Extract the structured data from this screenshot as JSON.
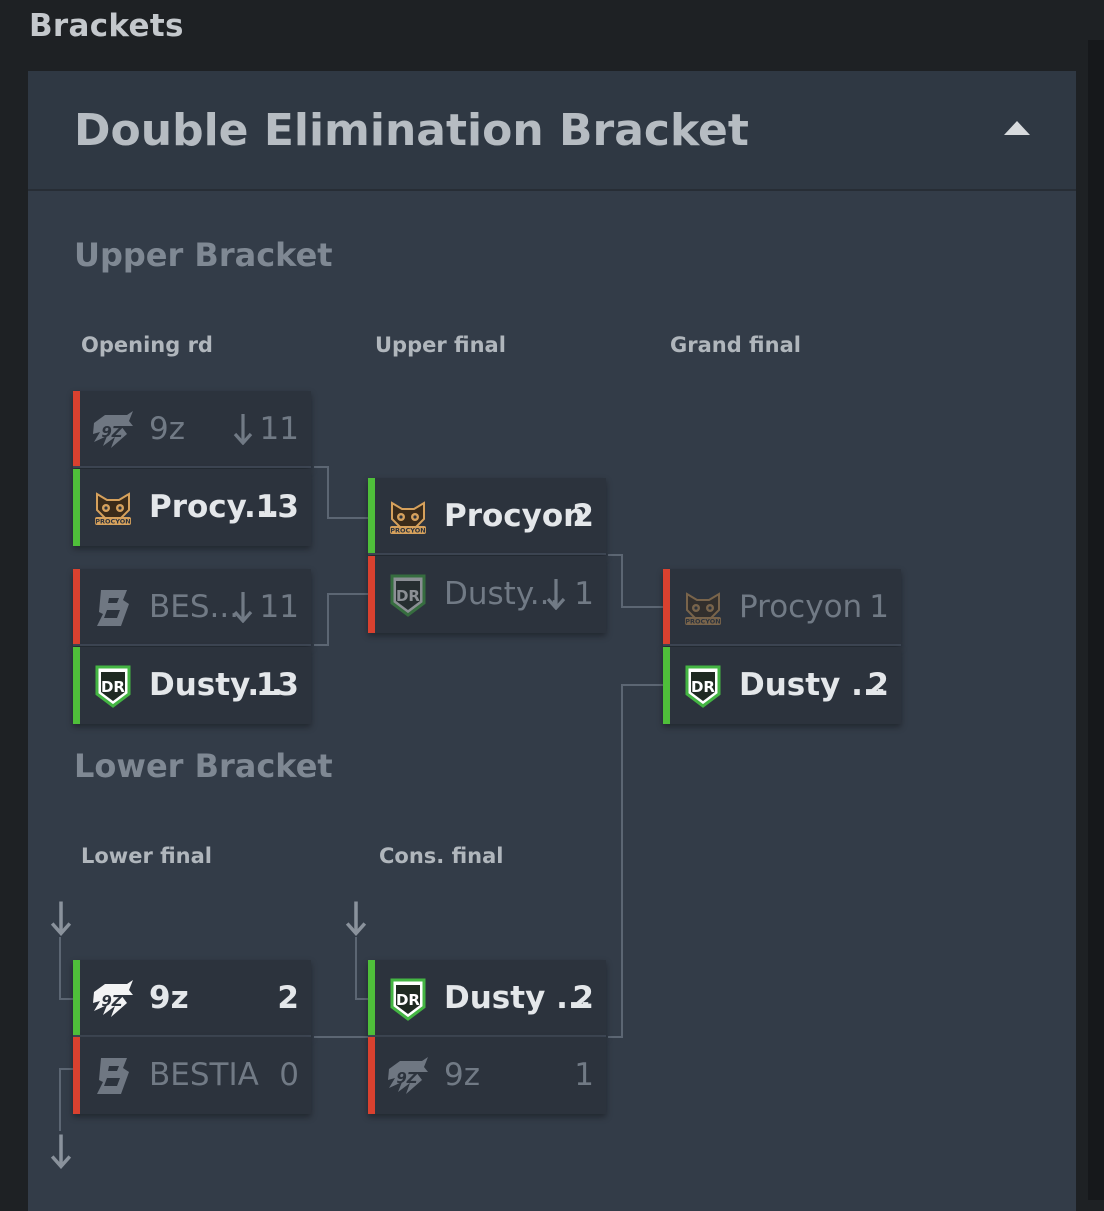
{
  "page": {
    "title": "Brackets"
  },
  "panel": {
    "title": "Double Elimination Bracket",
    "toggle_icon": "caret-up-icon"
  },
  "upper": {
    "title": "Upper Bracket",
    "rounds": [
      "Opening rd",
      "Upper final",
      "Grand final"
    ]
  },
  "lower": {
    "title": "Lower Bracket",
    "rounds": [
      "Lower final",
      "Cons. final"
    ]
  },
  "matches": {
    "opening1": {
      "a": {
        "name": "9z",
        "score": "11"
      },
      "b": {
        "name": "Procy...",
        "score": "13"
      }
    },
    "opening2": {
      "a": {
        "name": "BES...",
        "score": "11"
      },
      "b": {
        "name": "Dusty...",
        "score": "13"
      }
    },
    "upper_final": {
      "a": {
        "name": "Procyon",
        "score": "2"
      },
      "b": {
        "name": "Dusty...",
        "score": "1"
      }
    },
    "grand_final": {
      "a": {
        "name": "Procyon",
        "score": "1"
      },
      "b": {
        "name": "Dusty ...",
        "score": "2"
      }
    },
    "lower_final": {
      "a": {
        "name": "9z",
        "score": "2"
      },
      "b": {
        "name": "BESTIA",
        "score": "0"
      }
    },
    "cons_final": {
      "a": {
        "name": "Dusty ...",
        "score": "2"
      },
      "b": {
        "name": "9z",
        "score": "1"
      }
    }
  },
  "colors": {
    "win": "#4fbf3a",
    "loss": "#d9412f",
    "panel": "#333c48",
    "card": "#2c333d"
  }
}
